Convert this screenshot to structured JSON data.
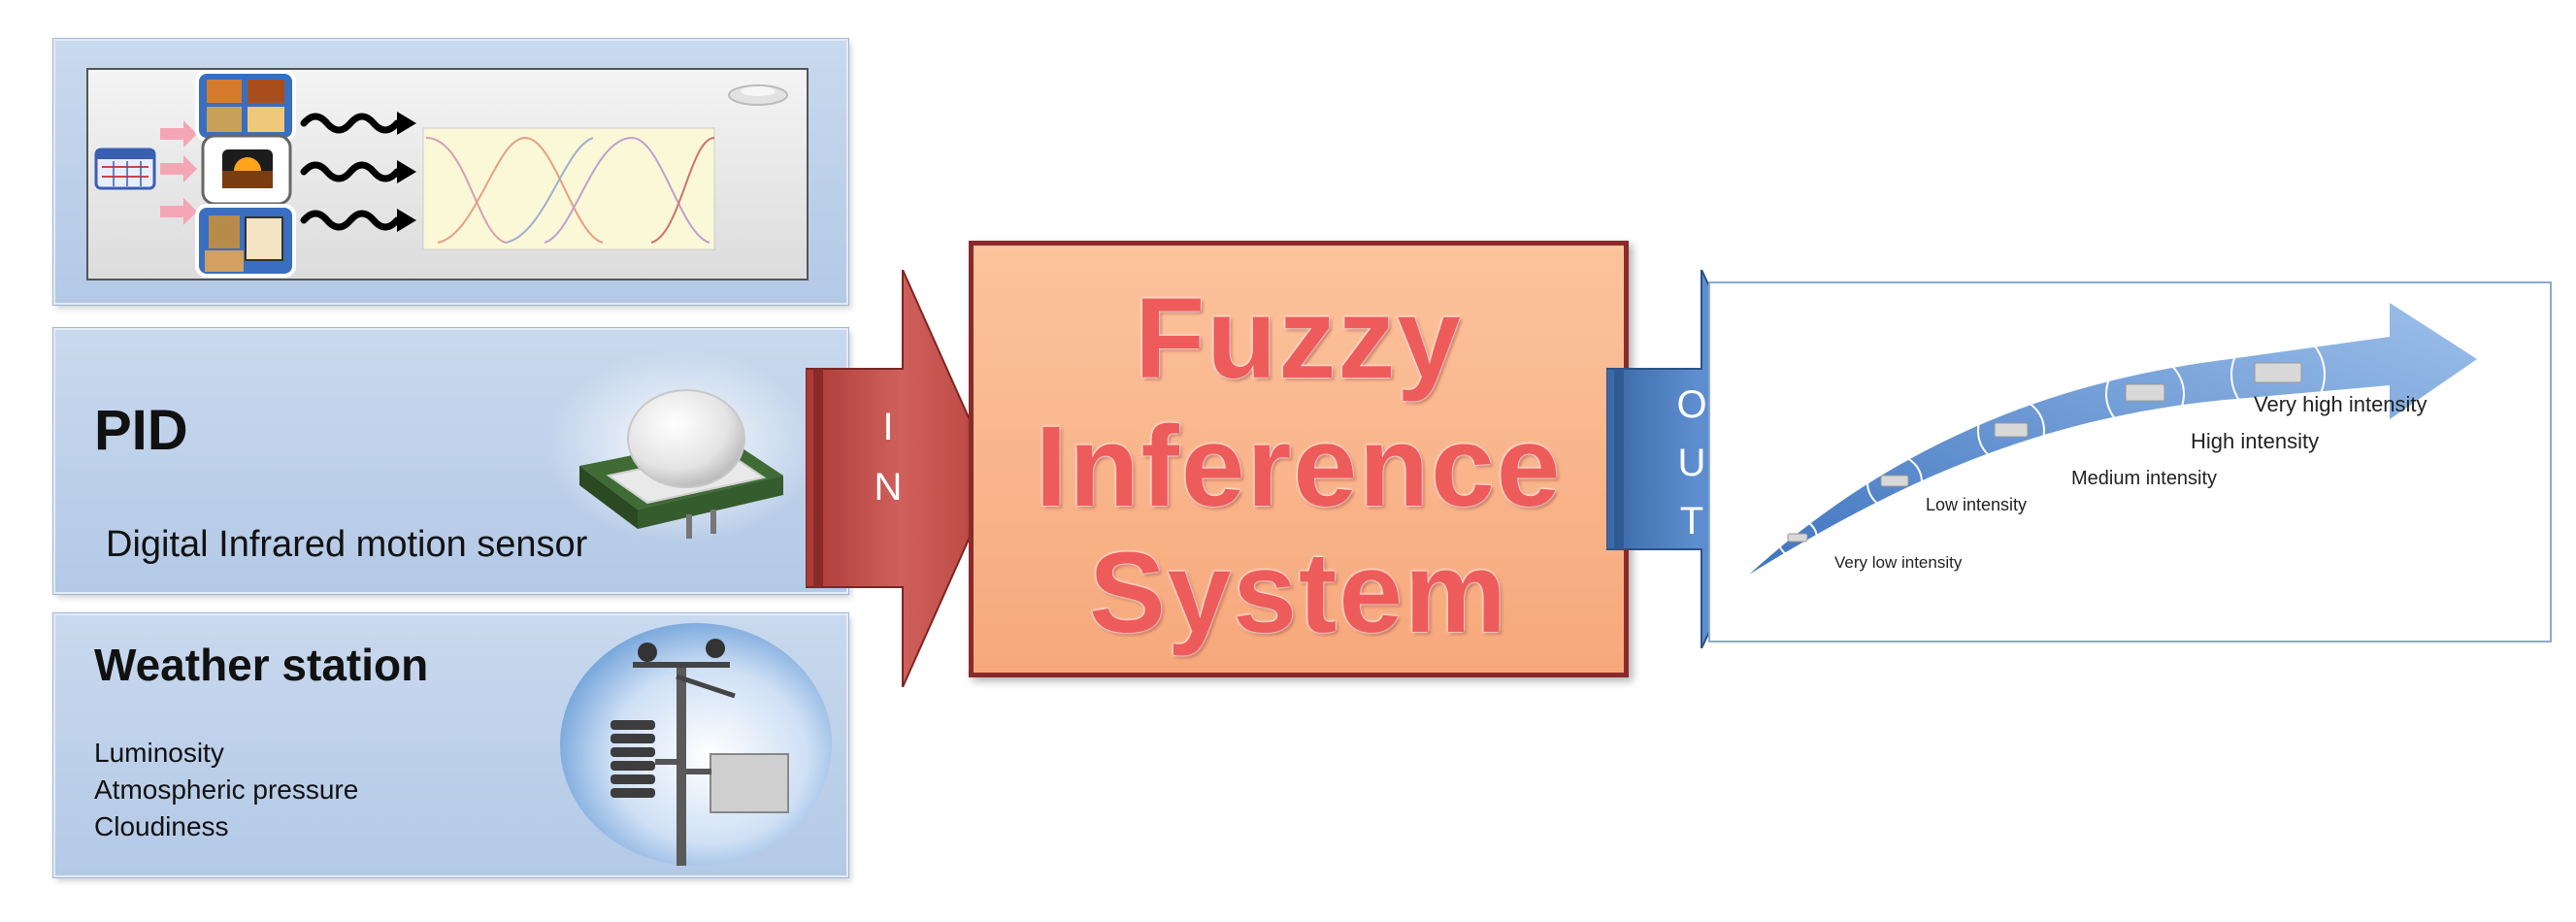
{
  "pid": {
    "title": "PID",
    "subtitle": "Digital Infrared  motion sensor"
  },
  "weather": {
    "title": "Weather station",
    "items": [
      "Luminosity",
      "Atmospheric pressure",
      "Cloudiness"
    ]
  },
  "input_arrow": {
    "letters": [
      "I",
      "N"
    ]
  },
  "fis": {
    "lines": [
      "Fuzzy",
      "Inference",
      "System"
    ]
  },
  "output_arrow": {
    "letters": [
      "O",
      "U",
      "T"
    ]
  },
  "intensities": [
    "Very low intensity",
    "Low intensity",
    "Medium intensity",
    "High intensity",
    "Very high intensity"
  ],
  "colors": {
    "panel": "#b3c9e6",
    "in_arrow": "#c0504d",
    "fis_fill": "#f6a87b",
    "fis_text": "#ee5b5b",
    "out_arrow": "#4f81bd"
  }
}
